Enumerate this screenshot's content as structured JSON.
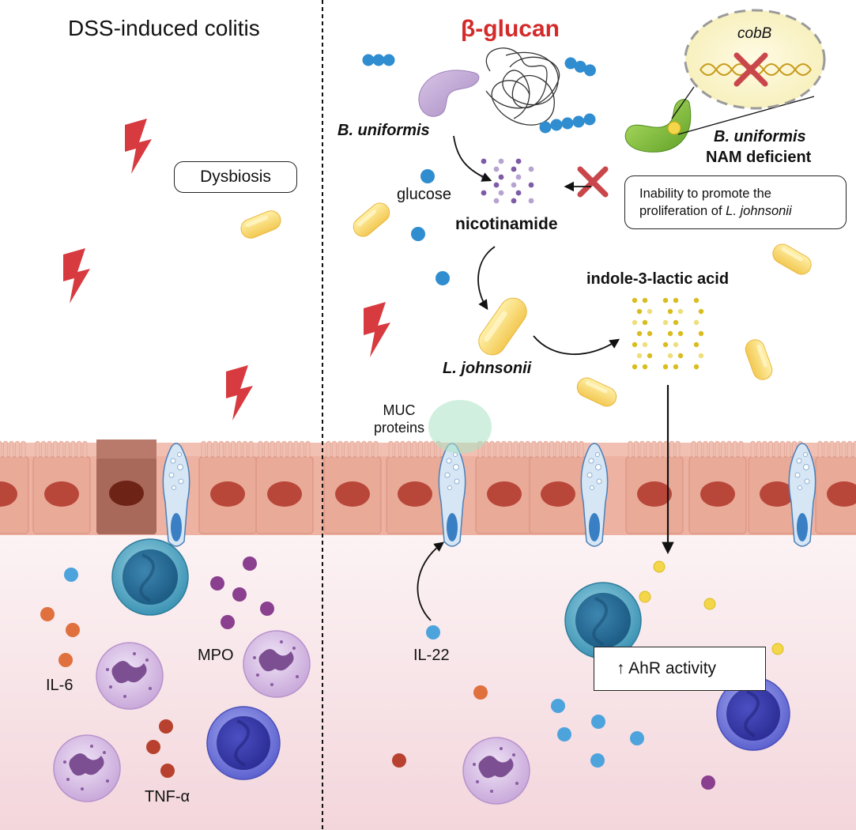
{
  "left_panel": {
    "title": "DSS-induced colitis",
    "dysbiosis": "Dysbiosis",
    "cytokines": {
      "il6": "IL-6",
      "mpo": "MPO",
      "tnf": "TNF-α"
    }
  },
  "right_panel": {
    "beta_glucan": "β-glucan",
    "b_uniformis": "B. uniformis",
    "glucose": "glucose",
    "nicotinamide": "nicotinamide",
    "cobB": "cobB",
    "mutant_line1": "B. uniformis",
    "mutant_line2": "NAM deficient",
    "inability_line1": "Inability to promote the",
    "inability_line2_prefix": "proliferation of ",
    "inability_line2_species": "L. johnsonii",
    "indole": "indole-3-lactic acid",
    "l_johnsonii": "L. johnsonii",
    "muc_line1": "MUC",
    "muc_line2": "proteins",
    "il22": "IL-22",
    "ahr": "↑ AhR activity"
  },
  "colors": {
    "beta_glucan_text": "#d42a2a",
    "lightning": "#d73a3f",
    "epithelium": "#e9aa98",
    "cytokine_blue": "#4da3dc",
    "cytokine_orange": "#e0703e",
    "mpo_purple": "#8a3f8f",
    "ila_yellow": "#d9bd1e"
  }
}
